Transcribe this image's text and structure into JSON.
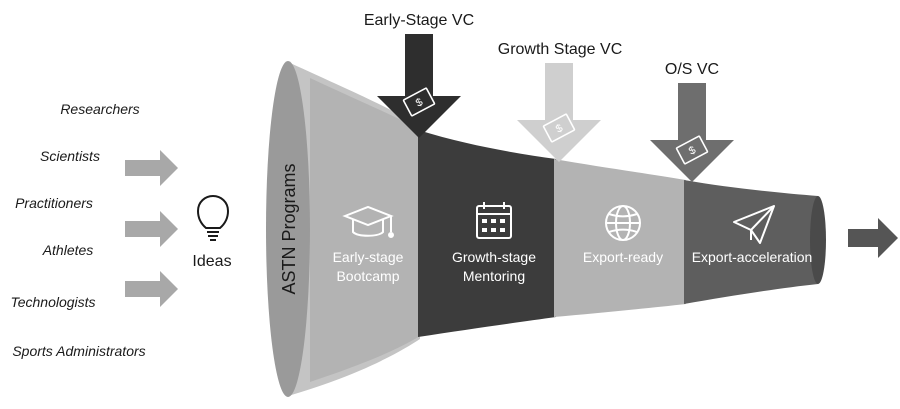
{
  "sources": [
    "Researchers",
    "Scientists",
    "Practitioners",
    "Athletes",
    "Technologists",
    "Sports Administrators"
  ],
  "ideas_label": "Ideas",
  "program_label": "ASTN Programs",
  "vc": [
    {
      "label": "Early-Stage VC",
      "tone": "#2e2e2e"
    },
    {
      "label": "Growth Stage VC",
      "tone": "#cfcfcf"
    },
    {
      "label": "O/S VC",
      "tone": "#6e6e6e"
    }
  ],
  "stages": [
    {
      "line1": "Early-stage",
      "line2": "Bootcamp",
      "icon": "graduation-cap-icon",
      "tone": "#b3b3b3"
    },
    {
      "line1": "Growth-stage",
      "line2": "Mentoring",
      "icon": "calendar-icon",
      "tone": "#3c3c3c"
    },
    {
      "line1": "Export-ready",
      "line2": "",
      "icon": "globe-icon",
      "tone": "#b3b3b3"
    },
    {
      "line1": "Export-acceleration",
      "line2": "",
      "icon": "paper-plane-icon",
      "tone": "#5e5e5e"
    }
  ],
  "colors": {
    "arrow_gray": "#a8a8a8",
    "outer_gray": "#c4c4c4",
    "mouth_dark": "#9a9a9a",
    "exit_arrow": "#555555"
  }
}
